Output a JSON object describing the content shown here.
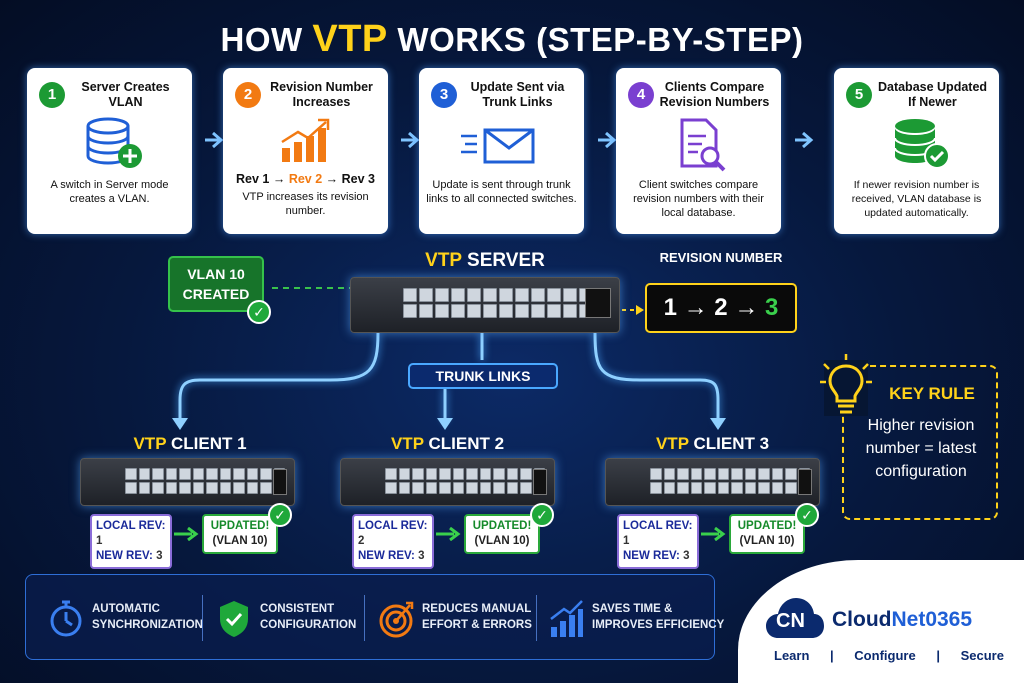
{
  "title": {
    "pre": "HOW ",
    "highlight": "VTP",
    "post": " WORKS (STEP-BY-STEP)"
  },
  "steps": [
    {
      "num": "1",
      "title": "Server Creates VLAN",
      "desc": "A switch in Server mode creates a VLAN.",
      "color": "#1c9a34",
      "icon": "database-plus-icon"
    },
    {
      "num": "2",
      "title": "Revision Number Increases",
      "desc": "VTP increases its revision number.",
      "color": "#f27a12",
      "icon": "growth-chart-icon",
      "rev_line": {
        "a": "Rev 1 →",
        "b": "Rev 2",
        "c": "→ Rev 3"
      }
    },
    {
      "num": "3",
      "title": "Update Sent via Trunk Links",
      "desc": "Update is sent through trunk links to all connected switches.",
      "color": "#1f5fd6",
      "icon": "envelope-icon"
    },
    {
      "num": "4",
      "title": "Clients Compare Revision Numbers",
      "desc": "Client switches compare revision numbers with their local database.",
      "color": "#7a3fd0",
      "icon": "document-search-icon"
    },
    {
      "num": "5",
      "title": "Database Updated If Newer",
      "desc": "If newer revision number is received, VLAN database is updated automatically.",
      "color": "#1c9a34",
      "icon": "database-check-icon"
    }
  ],
  "vlan_created": "VLAN 10 CREATED",
  "server": {
    "label_a": "VTP",
    "label_b": "SERVER"
  },
  "revision_number": {
    "label": "REVISION NUMBER",
    "seq_a": "1 → 2 →",
    "seq_b": "3"
  },
  "trunk_links": "TRUNK LINKS",
  "clients": [
    {
      "label_a": "VTP",
      "label_b": "CLIENT 1",
      "local_k": "LOCAL REV:",
      "local_v": "1",
      "new_k": "NEW REV:",
      "new_v": "3",
      "updated": "UPDATED!",
      "vlan": "(VLAN 10)"
    },
    {
      "label_a": "VTP",
      "label_b": "CLIENT 2",
      "local_k": "LOCAL REV:",
      "local_v": "2",
      "new_k": "NEW REV:",
      "new_v": "3",
      "updated": "UPDATED!",
      "vlan": "(VLAN 10)"
    },
    {
      "label_a": "VTP",
      "label_b": "CLIENT 3",
      "local_k": "LOCAL REV:",
      "local_v": "1",
      "new_k": "NEW REV:",
      "new_v": "3",
      "updated": "UPDATED!",
      "vlan": "(VLAN 10)"
    }
  ],
  "key_rule": {
    "title": "KEY RULE",
    "text": "Higher revision number = latest configuration",
    "icon": "lightbulb-icon"
  },
  "benefits": [
    {
      "line1": "AUTOMATIC",
      "line2": "SYNCHRONIZATION",
      "icon": "stopwatch-icon"
    },
    {
      "line1": "CONSISTENT",
      "line2": "CONFIGURATION",
      "icon": "shield-check-icon"
    },
    {
      "line1": "REDUCES MANUAL",
      "line2": "EFFORT & ERRORS",
      "icon": "target-icon"
    },
    {
      "line1": "SAVES TIME &",
      "line2": "IMPROVES EFFICIENCY",
      "icon": "bar-growth-icon"
    }
  ],
  "brand": {
    "mark": "CN",
    "name_a": "Cloud",
    "name_b": "Net0365",
    "tag1": "Learn",
    "tag2": "Configure",
    "tag3": "Secure",
    "sep": "|"
  },
  "colors": {
    "accent": "#ffd21a",
    "brand_blue": "#1f5fd6",
    "green": "#1fa83a"
  }
}
